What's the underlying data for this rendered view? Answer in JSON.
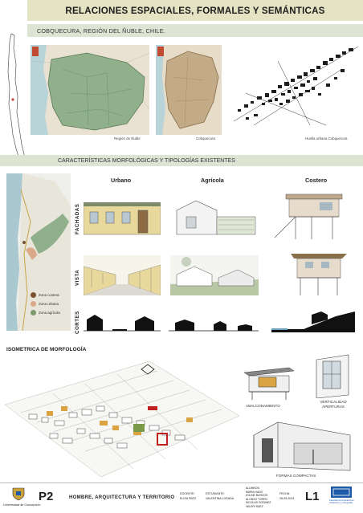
{
  "header": {
    "title": "RELACIONES ESPACIALES, FORMALES Y SEMÁNTICAS",
    "subtitle": "COBQUECURA, REGIÓN DEL ÑUBLE, CHILE."
  },
  "maps": {
    "captions": [
      "Región de Ñuble",
      "Cobquecura",
      "Huella urbana Cobquecura"
    ]
  },
  "section": {
    "title": "CARACTERÍSTICAS MORFOLÓGICAS Y TIPOLOGÍAS EXISTENTES"
  },
  "matrix": {
    "columns": [
      "Urbano",
      "Agrícola",
      "Costero"
    ],
    "rows": [
      "FACHADAS",
      "VISTA",
      "CORTES"
    ],
    "legend": [
      "Zona costera",
      "Zona urbana",
      "Zona agrícola"
    ],
    "legend_colors": [
      "#7a5230",
      "#d9a98a",
      "#7c9a6a"
    ]
  },
  "isometric": {
    "title": "ISOMETRICA DE MORFOLOGÍA",
    "labels": [
      "ABALCONAMIENTO",
      "VERTICALIDAD\nAPERTURAS",
      "FORMAS COMPACTAS"
    ]
  },
  "footer": {
    "university": "Universidad de Concepción",
    "code": "P2",
    "course": "HOMBRE, ARQUITECTURA Y TERRITORIO",
    "docente_label": "DOCENTE:",
    "docente_name": "ELISA PAEZ",
    "estudiante_label": "ESTUDIANTE:",
    "estudiante_name": "VALENTINA LOSADA",
    "team": [
      "ALUMNOS:",
      "MARIA HADO",
      "AYLINE BURGOS",
      "ALONSO TORRO",
      "NICOLAS GODINEZ",
      "VALERI SAEZ"
    ],
    "fecha_label": "FECHA:",
    "fecha_value": "28-09-2024",
    "sheet": "L1",
    "faculty": "Facultad de Arquitectura, Urbanismo y Geografía",
    "colors": {
      "accent": "#1f5aa8",
      "brand_bg": "#e4e3c4"
    }
  }
}
